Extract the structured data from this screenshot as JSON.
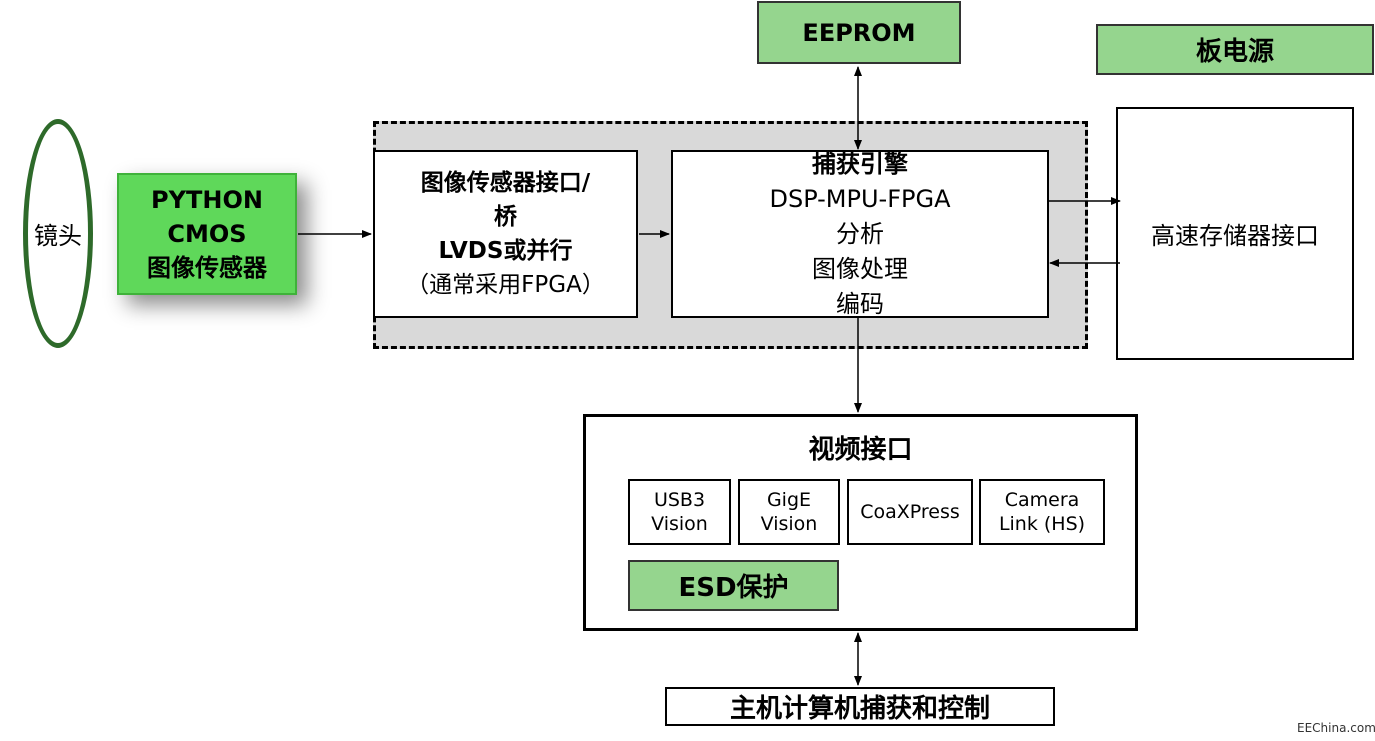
{
  "lens": {
    "label": "镜头"
  },
  "sensor": {
    "lines": [
      "PYTHON",
      "CMOS",
      "图像传感器"
    ]
  },
  "bridge": {
    "lines": [
      "图像传感器接口/",
      "桥",
      "LVDS或并行",
      "（通常采用FPGA）"
    ]
  },
  "engine": {
    "lines": [
      "捕获引擎",
      "DSP-MPU-FPGA",
      "分析",
      "图像处理",
      "编码"
    ]
  },
  "eeprom": {
    "label": "EEPROM"
  },
  "power": {
    "label": "板电源"
  },
  "storage": {
    "label": "高速存储器接口"
  },
  "video": {
    "title": "视频接口",
    "interfaces": [
      {
        "line1": "USB3",
        "line2": "Vision"
      },
      {
        "line1": "GigE",
        "line2": "Vision"
      },
      {
        "line1": "CoaXPress",
        "line2": ""
      },
      {
        "line1": "Camera",
        "line2": "Link (HS)"
      }
    ],
    "esd": "ESD保护"
  },
  "host": {
    "label": "主机计算机捕获和控制"
  },
  "watermark": "EEChina.com",
  "colors": {
    "green_fill": "#95d58e",
    "sensor_fill": "#5fd85a",
    "lens_stroke": "#2e6a2a",
    "dashed_area_fill": "#d9d9d9"
  }
}
